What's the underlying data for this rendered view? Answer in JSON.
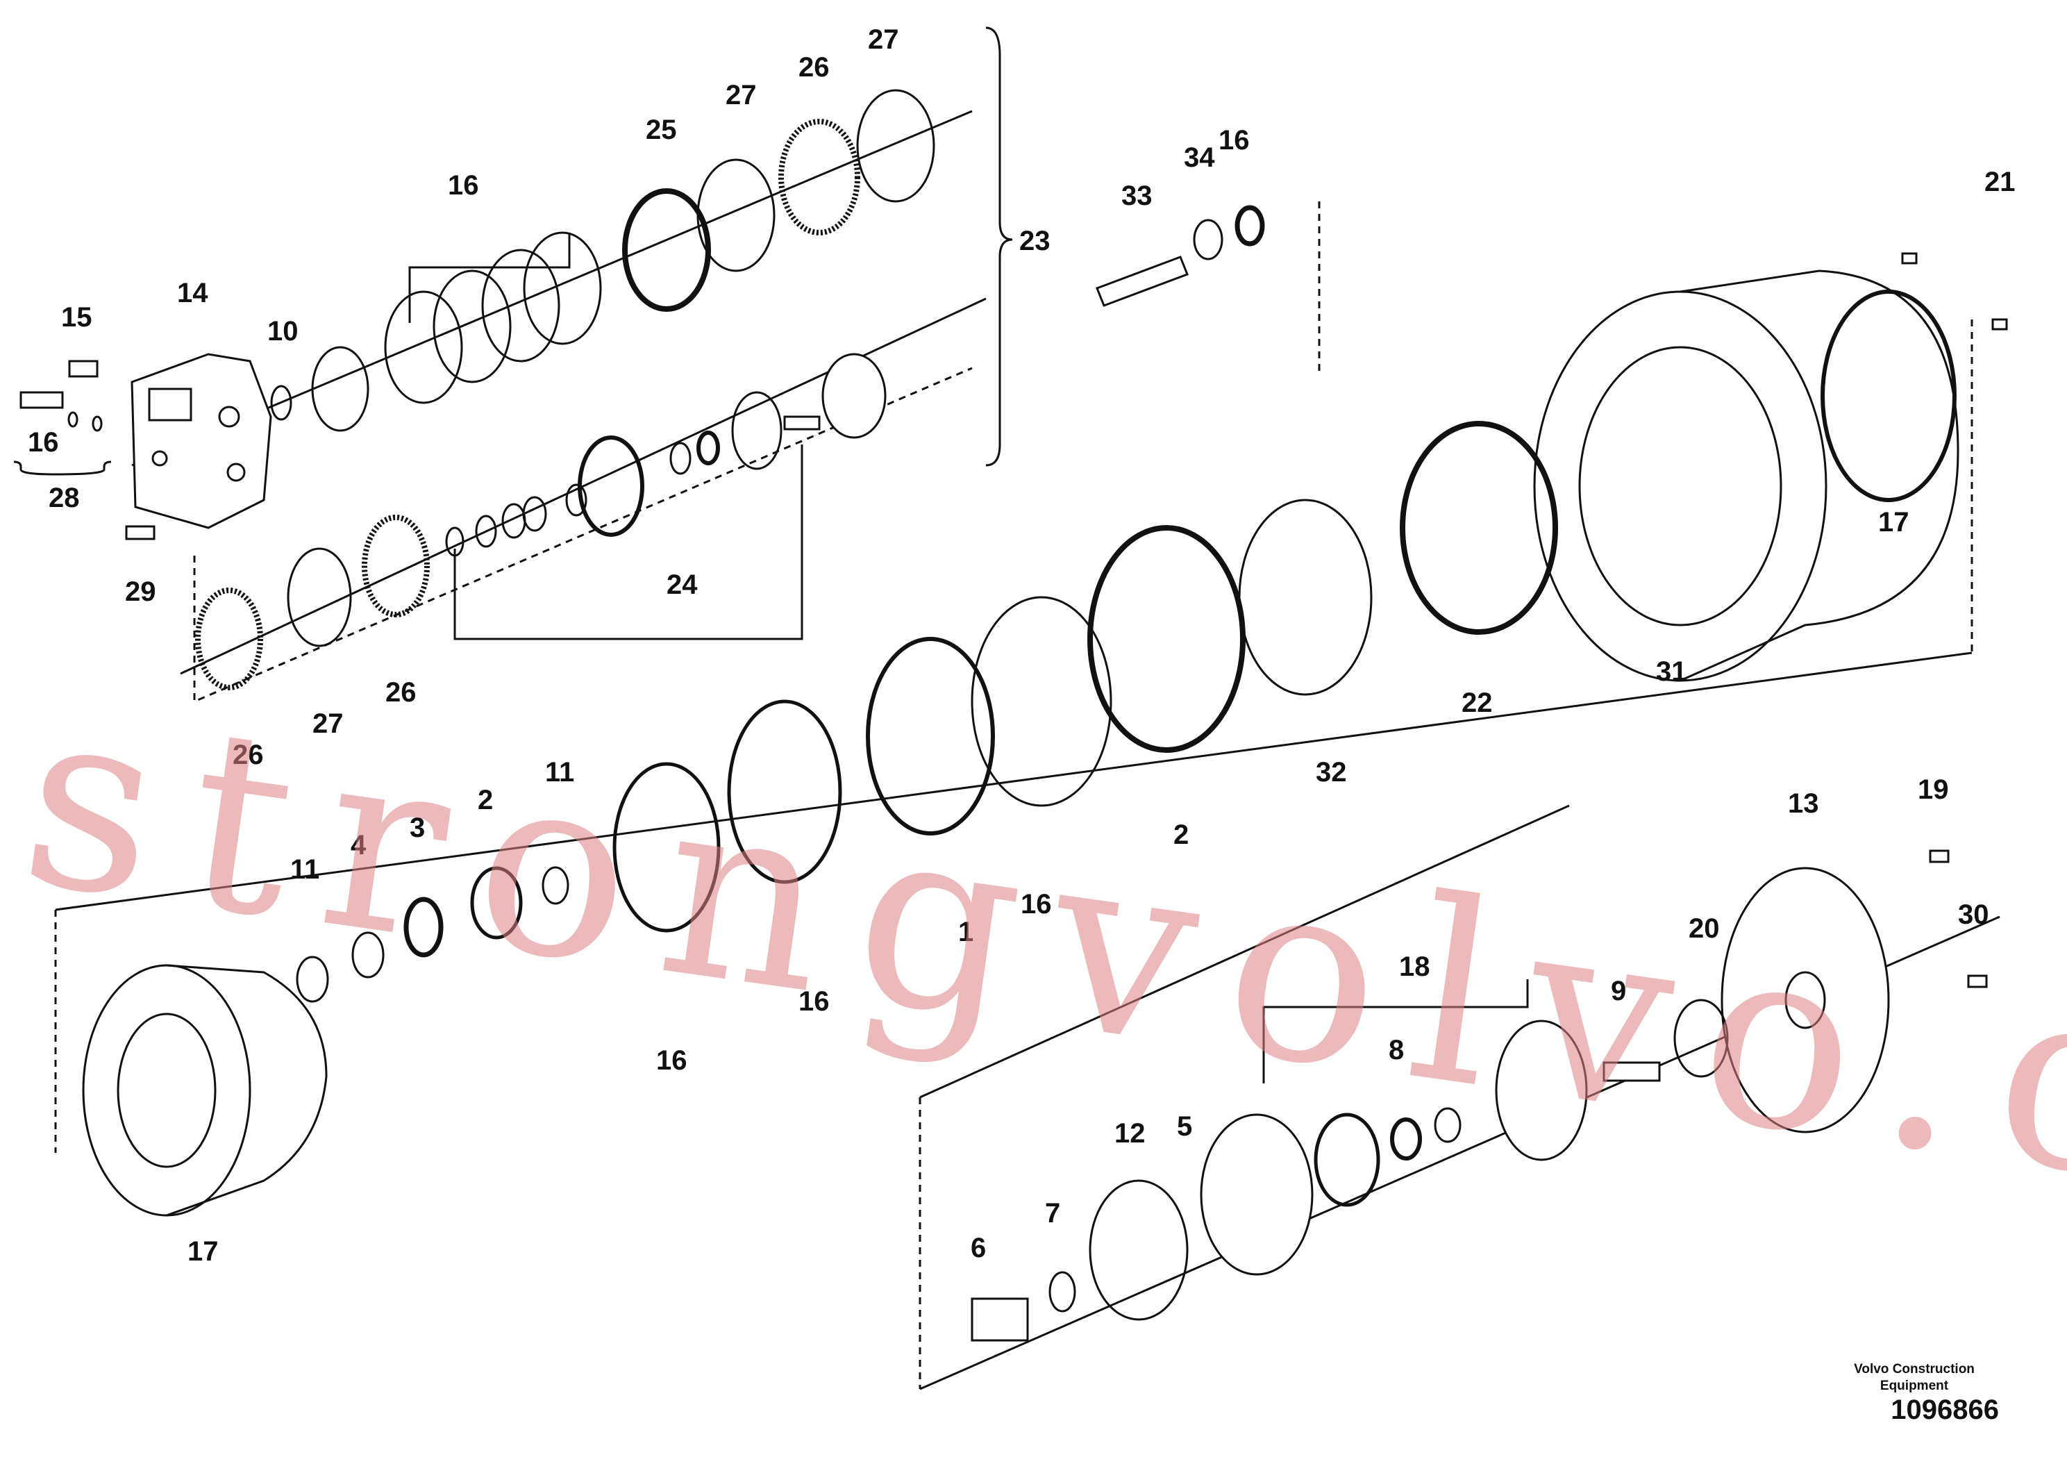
{
  "diagram": {
    "callouts": {
      "c1": "1",
      "c2a": "2",
      "c2b": "2",
      "c3": "3",
      "c4": "4",
      "c5": "5",
      "c6": "6",
      "c7": "7",
      "c8": "8",
      "c9": "9",
      "c10": "10",
      "c11a": "11",
      "c11b": "11",
      "c12": "12",
      "c13": "13",
      "c14": "14",
      "c15": "15",
      "c16a": "16",
      "c16b": "16",
      "c16c": "16",
      "c16d": "16",
      "c16e": "16",
      "c16f": "16",
      "c17a": "17",
      "c17b": "17",
      "c18": "18",
      "c19": "19",
      "c20": "20",
      "c21": "21",
      "c22": "22",
      "c23": "23",
      "c24": "24",
      "c25": "25",
      "c26a": "26",
      "c26b": "26",
      "c26c": "26",
      "c27a": "27",
      "c27b": "27",
      "c27c": "27",
      "c28": "28",
      "c29": "29",
      "c30": "30",
      "c31": "31",
      "c32": "32",
      "c33": "33",
      "c34": "34"
    },
    "credit_line1": "Volvo Construction",
    "credit_line2": "Equipment",
    "document_number": "1096866",
    "watermark": "strongvolvo.com"
  }
}
